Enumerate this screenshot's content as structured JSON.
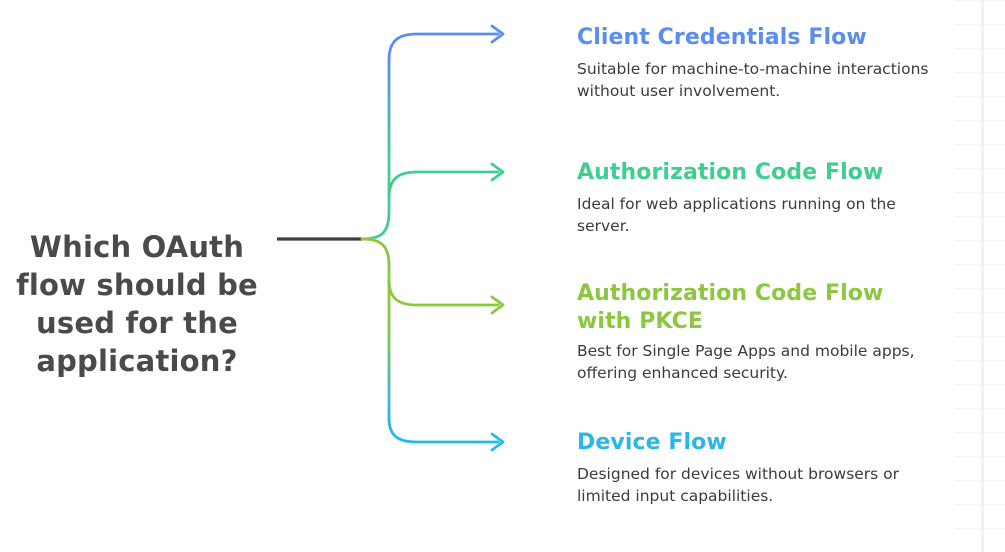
{
  "diagram": {
    "type": "decision-branch-map",
    "root": {
      "question": "Which OAuth flow should be used for the application?",
      "stem_color": "#3d3d3d"
    },
    "branches": [
      {
        "id": "client-credentials",
        "title": "Client Credentials Flow",
        "description": "Suitable for machine-to-machine interactions without user involvement.",
        "color": "#5b8def",
        "arrow": "arrow-right"
      },
      {
        "id": "authorization-code",
        "title": "Authorization Code Flow",
        "description": "Ideal for web applications running on the server.",
        "color": "#3ecf8e",
        "arrow": "arrow-right"
      },
      {
        "id": "authorization-code-pkce",
        "title": "Authorization Code Flow with PKCE",
        "description": "Best for Single Page Apps and mobile apps, offering enhanced security.",
        "color": "#8dc63f",
        "arrow": "arrow-right"
      },
      {
        "id": "device-flow",
        "title": "Device Flow",
        "description": "Designed for devices without browsers or limited input capabilities.",
        "color": "#29b6e8",
        "arrow": "arrow-right"
      }
    ],
    "palette": {
      "background": "#ffffff",
      "question_text": "#4a4a4a",
      "body_text": "#3c3c3c",
      "rule_line": "#f0f1f2"
    }
  }
}
